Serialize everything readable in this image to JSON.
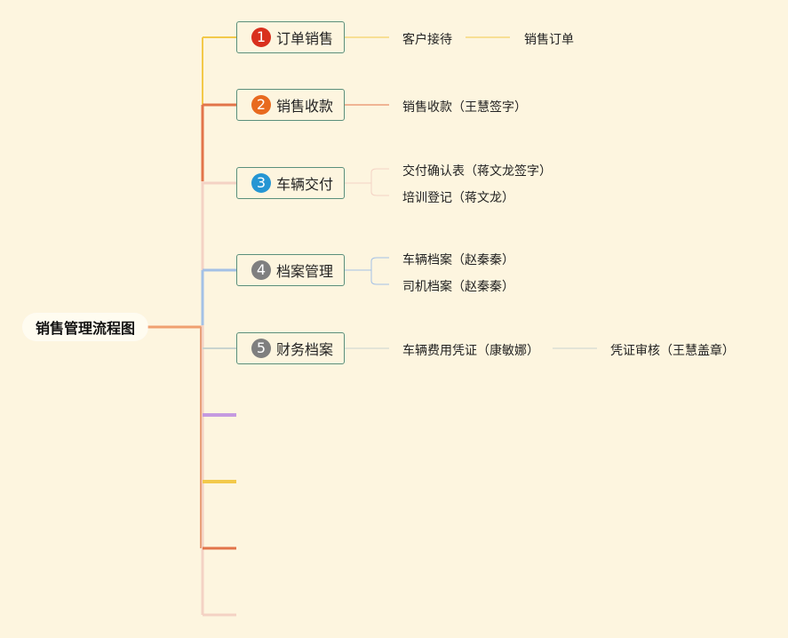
{
  "root": {
    "label": "销售管理流程图"
  },
  "nodes": [
    {
      "num": "1",
      "label": "订单销售",
      "color": "#d9301e",
      "line": "#f3c94a",
      "children": [
        "客户接待"
      ],
      "sub": "销售订单"
    },
    {
      "num": "2",
      "label": "销售收款",
      "color": "#e86a1f",
      "line": "#e2744a",
      "children": [
        "销售收款（王慧签字）"
      ]
    },
    {
      "num": "3",
      "label": "车辆交付",
      "color": "#2596d3",
      "line": "#f4d2c4",
      "children": [
        "交付确认表（蒋文龙签字）",
        "培训登记（蒋文龙）"
      ]
    },
    {
      "num": "4",
      "label": "档案管理",
      "color": "#7f7f7f",
      "line": "#a4c1e6",
      "children": [
        "车辆档案（赵秦秦）",
        "司机档案（赵秦秦）"
      ]
    },
    {
      "num": "5",
      "label": "财务档案",
      "color": "#7f7f7f",
      "line": "#c9d4cf",
      "children": [
        "车辆费用凭证（康敏娜）"
      ],
      "sub": "凭证审核（王慧盖章）"
    }
  ],
  "empty_branch_colors": [
    "#c59ae0",
    "#f3c94a",
    "#e2744a",
    "#f4d2c4"
  ],
  "colors": {
    "background": "#fdf5df",
    "node_border": "#5a8f7b"
  }
}
